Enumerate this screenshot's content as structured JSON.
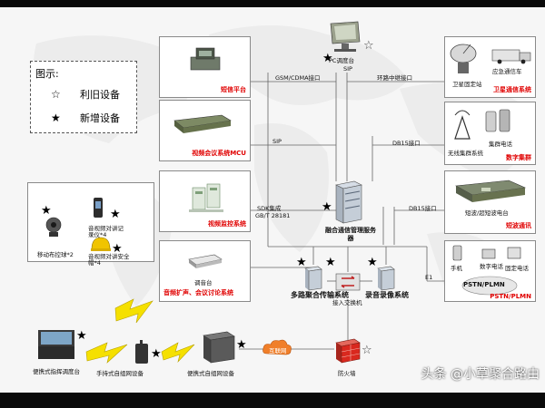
{
  "legend": {
    "title": "图示:",
    "items": [
      {
        "symbol": "☆",
        "label": "利旧设备"
      },
      {
        "symbol": "★",
        "label": "新增设备"
      }
    ]
  },
  "systems": {
    "sms": "短信平台",
    "video_conf": "视频会议系统MCU",
    "video_monitor": "视频监控系统",
    "audio": "音频扩声、会议讨论系统",
    "satellite": "卫星通信系统",
    "digital_cluster": "数字集群",
    "shortwave": "短波通讯",
    "pstn": "PSTN/PLMN"
  },
  "interfaces": {
    "gsm": "GSM/CDMA接口",
    "sip_top": "SIP",
    "sip_mid": "SIP",
    "sdk": "SDK集成",
    "gbt": "GB/T 28181",
    "relay": "环路中继接口",
    "db15_a": "DB15接口",
    "db15_b": "DB15接口",
    "e1": "E1"
  },
  "devices": {
    "pc": "PC调度台",
    "satellite_station": "卫星固定站",
    "emergency_vehicle": "应急通信车",
    "cluster_phone": "集群电话",
    "wireless_cluster": "无线集群系统",
    "shortwave_console": "短波/超短波电台",
    "handset": "手机",
    "digital_phone": "数字电话",
    "fixed_phone": "固定电话",
    "pstn_cloud": "PSTN/PLMN",
    "dispatch_console": "调音台",
    "server": "融合通信管理服务器",
    "multiplexer": "多路聚合传输系统",
    "switch": "接入交换机",
    "recorder": "录音录像系统",
    "firewall": "防火墙",
    "internet": "互联网",
    "ptz": "移动布控球*2",
    "recorder_cam": "音视频对讲记录仪*4",
    "helmet": "音视频对讲安全帽*4",
    "portable_cmd": "便携式指挥调度台",
    "handheld_net": "手持式自组网设备",
    "portable_net": "便携式自组网设备"
  },
  "watermark": "头条 @小草聚合路由",
  "colors": {
    "red_title": "#e00000",
    "lightning": "#f5e000",
    "firewall": "#d9281e",
    "internet": "#f07f2a"
  }
}
